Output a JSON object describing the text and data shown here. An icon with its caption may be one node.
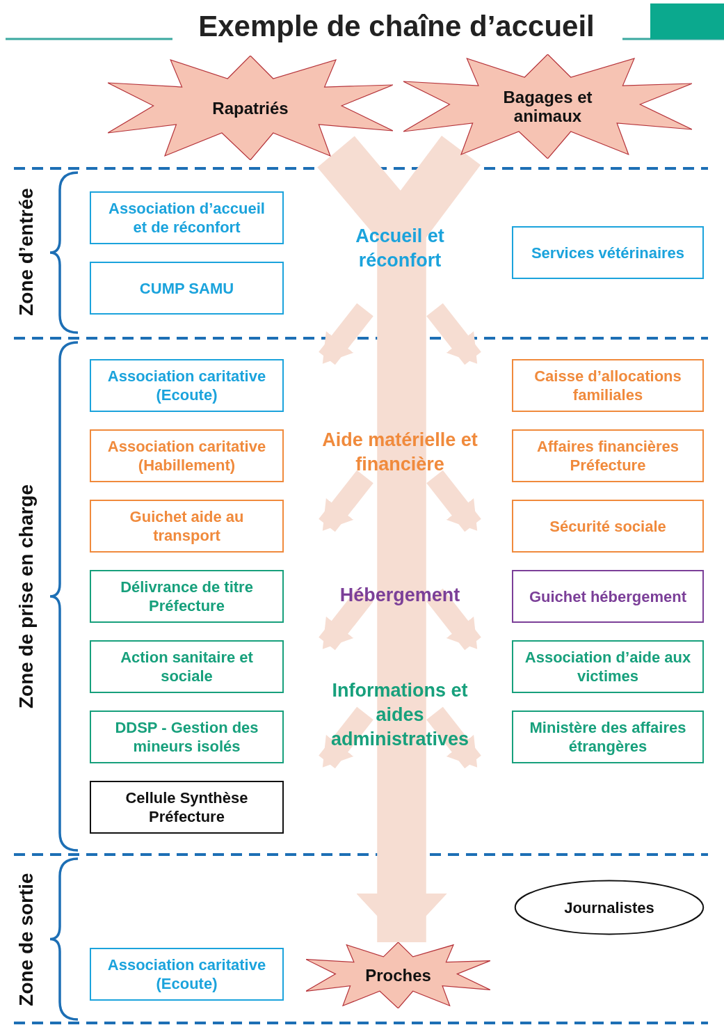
{
  "diagram": {
    "title": "Exemple de chaîne d’accueil",
    "nodes": [
      {
        "text": [
          "Rapatriés"
        ]
      },
      {
        "text": [
          "Bagages et animaux"
        ]
      },
      {
        "text": [
          "Association d’accueil et de réconfort"
        ]
      },
      {
        "text": [
          "CUMP SAMU"
        ]
      },
      {
        "text": [
          "Services vétérinaires"
        ]
      },
      {
        "text": [
          "Association caritative (Ecoute)"
        ]
      },
      {
        "text": [
          "Caisse d’allocations familiales"
        ]
      },
      {
        "text": [
          "Association caritative (Habillement)"
        ]
      },
      {
        "text": [
          "Affaires financières Préfecture"
        ]
      },
      {
        "text": [
          "Guichet aide au transport"
        ]
      },
      {
        "text": [
          "Sécurité sociale"
        ]
      },
      {
        "text": [
          "Délivrance de titre Préfecture"
        ]
      },
      {
        "text": [
          "Guichet hébergement"
        ]
      },
      {
        "text": [
          "Action sanitaire et sociale"
        ]
      },
      {
        "text": [
          "Association d’aide aux victimes"
        ]
      },
      {
        "text": [
          "DDSP - Gestion des mineurs isolés"
        ]
      },
      {
        "text": [
          "Ministère des affaires étrangères"
        ]
      },
      {
        "text": [
          "Cellule Synthèse Préfecture"
        ]
      },
      {
        "text": [
          "Journalistes"
        ]
      },
      {
        "text": [
          "Association caritative (Ecoute)"
        ]
      },
      {
        "text": [
          "Proches"
        ]
      }
    ],
    "edges": [
      {
        "from": 0,
        "to": 20,
        "arrow": "to"
      },
      {
        "from": 1,
        "to": 20,
        "arrow": "to"
      }
    ],
    "labels": [
      "Zone d’entrée",
      "Accueil et réconfort",
      "Zone de prise en charge",
      "Aide matérielle et financière",
      "Hébergement",
      "Informations et aides administratives",
      "Zone de sortie"
    ]
  }
}
